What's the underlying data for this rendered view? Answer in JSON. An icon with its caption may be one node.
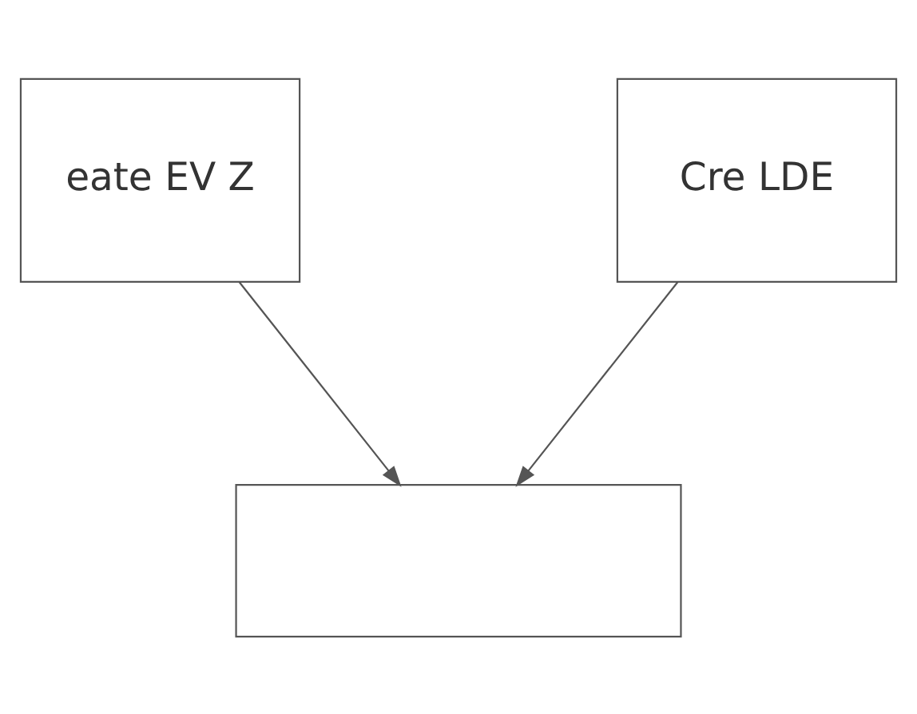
{
  "diagram": {
    "nodes": [
      {
        "text": [
          "eate EV Z"
        ]
      },
      {
        "text": [
          "Cre LDE"
        ]
      },
      {
        "text": [],
        "shape": "box"
      }
    ],
    "edges": [
      {
        "from": 0,
        "to": 2,
        "arrow": "to"
      },
      {
        "from": 1,
        "to": 2,
        "arrow": "to"
      }
    ]
  }
}
